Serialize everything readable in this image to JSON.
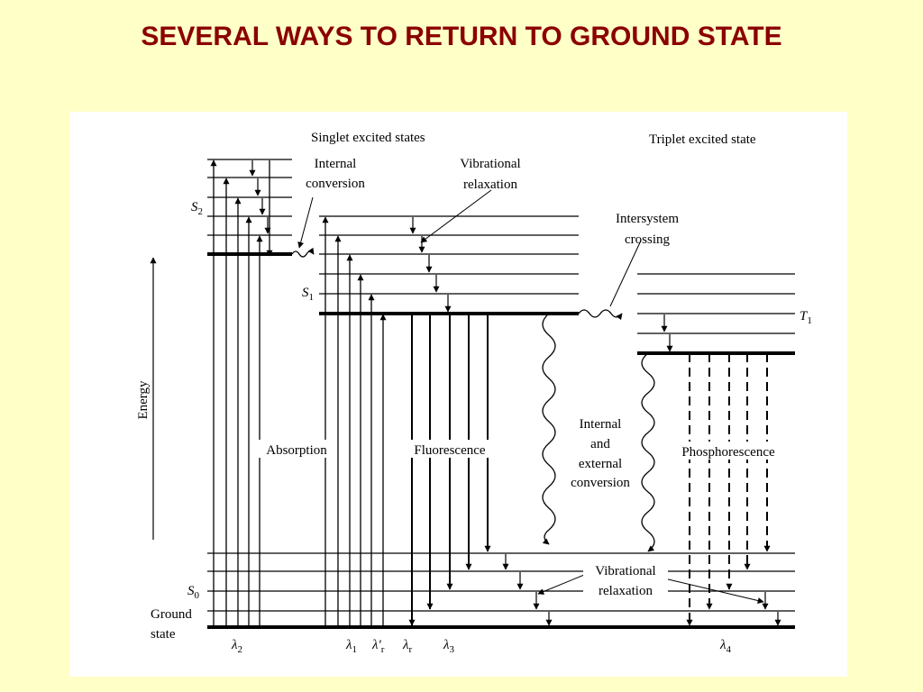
{
  "title": "SEVERAL WAYS TO RETURN TO GROUND STATE",
  "diagram": {
    "headings": {
      "singlet": "Singlet excited states",
      "triplet": "Triplet excited state"
    },
    "processes": {
      "internal_conversion": [
        "Internal",
        "conversion"
      ],
      "vibrational_relaxation_top": [
        "Vibrational",
        "relaxation"
      ],
      "intersystem_crossing": [
        "Intersystem",
        "crossing"
      ],
      "absorption": "Absorption",
      "fluorescence": "Fluorescence",
      "internal_external": [
        "Internal",
        "and",
        "external",
        "conversion"
      ],
      "phosphorescence": "Phosphorescence",
      "vibrational_relaxation_bottom": [
        "Vibrational",
        "relaxation"
      ]
    },
    "axis": {
      "energy": "Energy"
    },
    "states": {
      "s2": {
        "main": "S",
        "sub": "2"
      },
      "s1": {
        "main": "S",
        "sub": "1"
      },
      "s0": {
        "main": "S",
        "sub": "0"
      },
      "t1": {
        "main": "T",
        "sub": "1"
      },
      "ground": [
        "Ground",
        "state"
      ]
    },
    "wavelengths": {
      "l2": {
        "main": "λ",
        "sub": "2"
      },
      "l1": {
        "main": "λ",
        "sub": "1"
      },
      "lr_prime": {
        "main": "λ′",
        "sub": "r"
      },
      "lr": {
        "main": "λ",
        "sub": "r"
      },
      "l3": {
        "main": "λ",
        "sub": "3"
      },
      "l4": {
        "main": "λ",
        "sub": "4"
      }
    }
  }
}
